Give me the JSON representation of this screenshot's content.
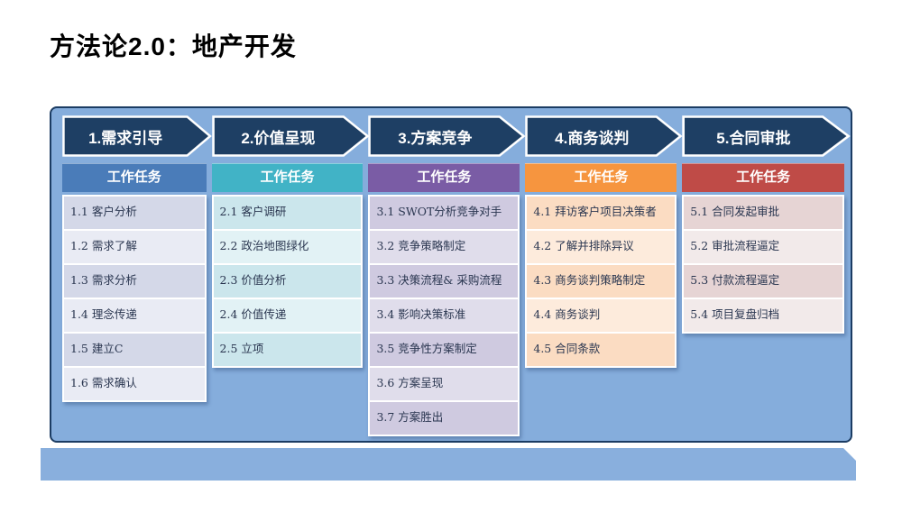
{
  "slide": {
    "title": "方法论2.0：地产开发"
  },
  "theme": {
    "arrow_fill": "#1E3F64",
    "arrow_outline": "#FFFFFF",
    "panel_fill": "#85ADDC",
    "panel_border": "#1B3C63",
    "footer_fill": "#89AFDD",
    "task_text": "#2A3650"
  },
  "columns": [
    {
      "phase": "1.需求引导",
      "tasks_header": "工作任务",
      "colors": {
        "header": "#4A7CB9",
        "row_odd": "#D4D8E8",
        "row_even": "#E9EBF4"
      },
      "tasks": [
        "1.1 客户分析",
        "1.2 需求了解",
        "1.3 需求分析",
        "1.4 理念传递",
        "1.5 建立C",
        "1.6 需求确认"
      ]
    },
    {
      "phase": "2.价值呈现",
      "tasks_header": "工作任务",
      "colors": {
        "header": "#41B3C6",
        "row_odd": "#CBE6EC",
        "row_even": "#E2F2F5"
      },
      "tasks": [
        "2.1 客户调研",
        "2.2 政治地图绿化",
        "2.3 价值分析",
        "2.4 价值传递",
        "2.5 立项"
      ]
    },
    {
      "phase": "3.方案竞争",
      "tasks_header": "工作任务",
      "colors": {
        "header": "#7A5CA5",
        "row_odd": "#CFCAE0",
        "row_even": "#E0DDEB"
      },
      "tasks": [
        "3.1 SWOT分析竞争对手",
        "3.2 竞争策略制定",
        "3.3 决策流程& 采购流程",
        "3.4 影响决策标准",
        "3.5 竞争性方案制定",
        "3.6 方案呈现",
        "3.7 方案胜出"
      ]
    },
    {
      "phase": "4.商务谈判",
      "tasks_header": "工作任务",
      "colors": {
        "header": "#F6953F",
        "row_odd": "#FBDCC2",
        "row_even": "#FDEBDC"
      },
      "tasks": [
        "4.1 拜访客户项目决策者",
        "4.2 了解并排除异议",
        "4.3 商务谈判策略制定",
        "4.4 商务谈判",
        "4.5 合同条款"
      ]
    },
    {
      "phase": "5.合同审批",
      "tasks_header": "工作任务",
      "colors": {
        "header": "#BF4B47",
        "row_odd": "#E6D4D4",
        "row_even": "#F2EAEA"
      },
      "tasks": [
        "5.1 合同发起审批",
        "5.2 审批流程逼定",
        "5.3 付款流程逼定",
        "5.4 项目复盘归档"
      ]
    }
  ]
}
